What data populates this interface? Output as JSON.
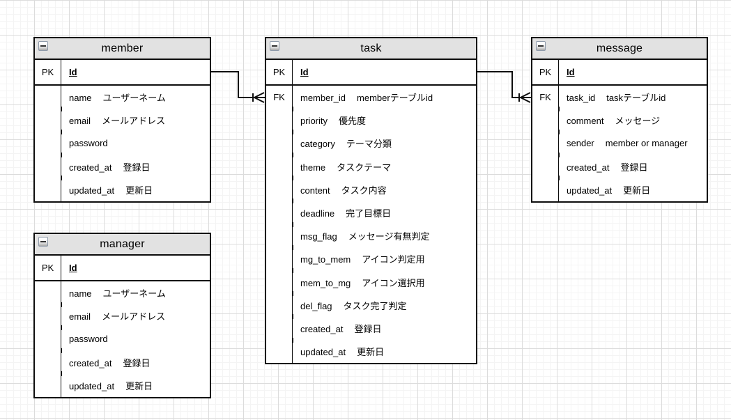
{
  "diagram": {
    "colors": {
      "background": "#ffffff",
      "grid_minor": "#f4f4f4",
      "grid_major": "#dcdcdc",
      "header_fill": "#e2e2e2",
      "line": "#0d0d0d"
    },
    "tables": [
      {
        "title": "member",
        "collapse_icon": "minus-icon",
        "pk_key": "PK",
        "pk_name": "Id",
        "rows": [
          {
            "key": "",
            "name": "name",
            "desc": "ユーザーネーム"
          },
          {
            "key": "",
            "name": "email",
            "desc": "メールアドレス"
          },
          {
            "key": "",
            "name": "password",
            "desc": ""
          },
          {
            "key": "",
            "name": "created_at",
            "desc": "登録日"
          },
          {
            "key": "",
            "name": "updated_at",
            "desc": "更新日"
          }
        ]
      },
      {
        "title": "task",
        "collapse_icon": "minus-icon",
        "pk_key": "PK",
        "pk_name": "Id",
        "rows": [
          {
            "key": "FK",
            "name": "member_id",
            "desc": "memberテーブルid"
          },
          {
            "key": "",
            "name": "priority",
            "desc": "優先度"
          },
          {
            "key": "",
            "name": "category",
            "desc": "テーマ分類"
          },
          {
            "key": "",
            "name": "theme",
            "desc": "タスクテーマ"
          },
          {
            "key": "",
            "name": "content",
            "desc": "タスク内容"
          },
          {
            "key": "",
            "name": "deadline",
            "desc": "完了目標日"
          },
          {
            "key": "",
            "name": "msg_flag",
            "desc": "メッセージ有無判定"
          },
          {
            "key": "",
            "name": "mg_to_mem",
            "desc": "アイコン判定用"
          },
          {
            "key": "",
            "name": "mem_to_mg",
            "desc": "アイコン選択用"
          },
          {
            "key": "",
            "name": "del_flag",
            "desc": "タスク完了判定"
          },
          {
            "key": "",
            "name": "created_at",
            "desc": "登録日"
          },
          {
            "key": "",
            "name": "updated_at",
            "desc": "更新日"
          }
        ]
      },
      {
        "title": "message",
        "collapse_icon": "minus-icon",
        "pk_key": "PK",
        "pk_name": "Id",
        "rows": [
          {
            "key": "FK",
            "name": "task_id",
            "desc": "taskテーブルid"
          },
          {
            "key": "",
            "name": "comment",
            "desc": "メッセージ"
          },
          {
            "key": "",
            "name": "sender",
            "desc": "member or manager"
          },
          {
            "key": "",
            "name": "created_at",
            "desc": "登録日"
          },
          {
            "key": "",
            "name": "updated_at",
            "desc": "更新日"
          }
        ]
      },
      {
        "title": "manager",
        "collapse_icon": "minus-icon",
        "pk_key": "PK",
        "pk_name": "Id",
        "rows": [
          {
            "key": "",
            "name": "name",
            "desc": "ユーザーネーム"
          },
          {
            "key": "",
            "name": "email",
            "desc": "メールアドレス"
          },
          {
            "key": "",
            "name": "password",
            "desc": ""
          },
          {
            "key": "",
            "name": "created_at",
            "desc": "登録日"
          },
          {
            "key": "",
            "name": "updated_at",
            "desc": "更新日"
          }
        ]
      }
    ],
    "connectors": [
      {
        "from": "member",
        "to": "task",
        "from_side": "right",
        "to_side": "left",
        "end_marker": "crow-foot-many-with-bar"
      },
      {
        "from": "task",
        "to": "message",
        "from_side": "right",
        "to_side": "left",
        "end_marker": "crow-foot-many-with-bar"
      }
    ]
  }
}
